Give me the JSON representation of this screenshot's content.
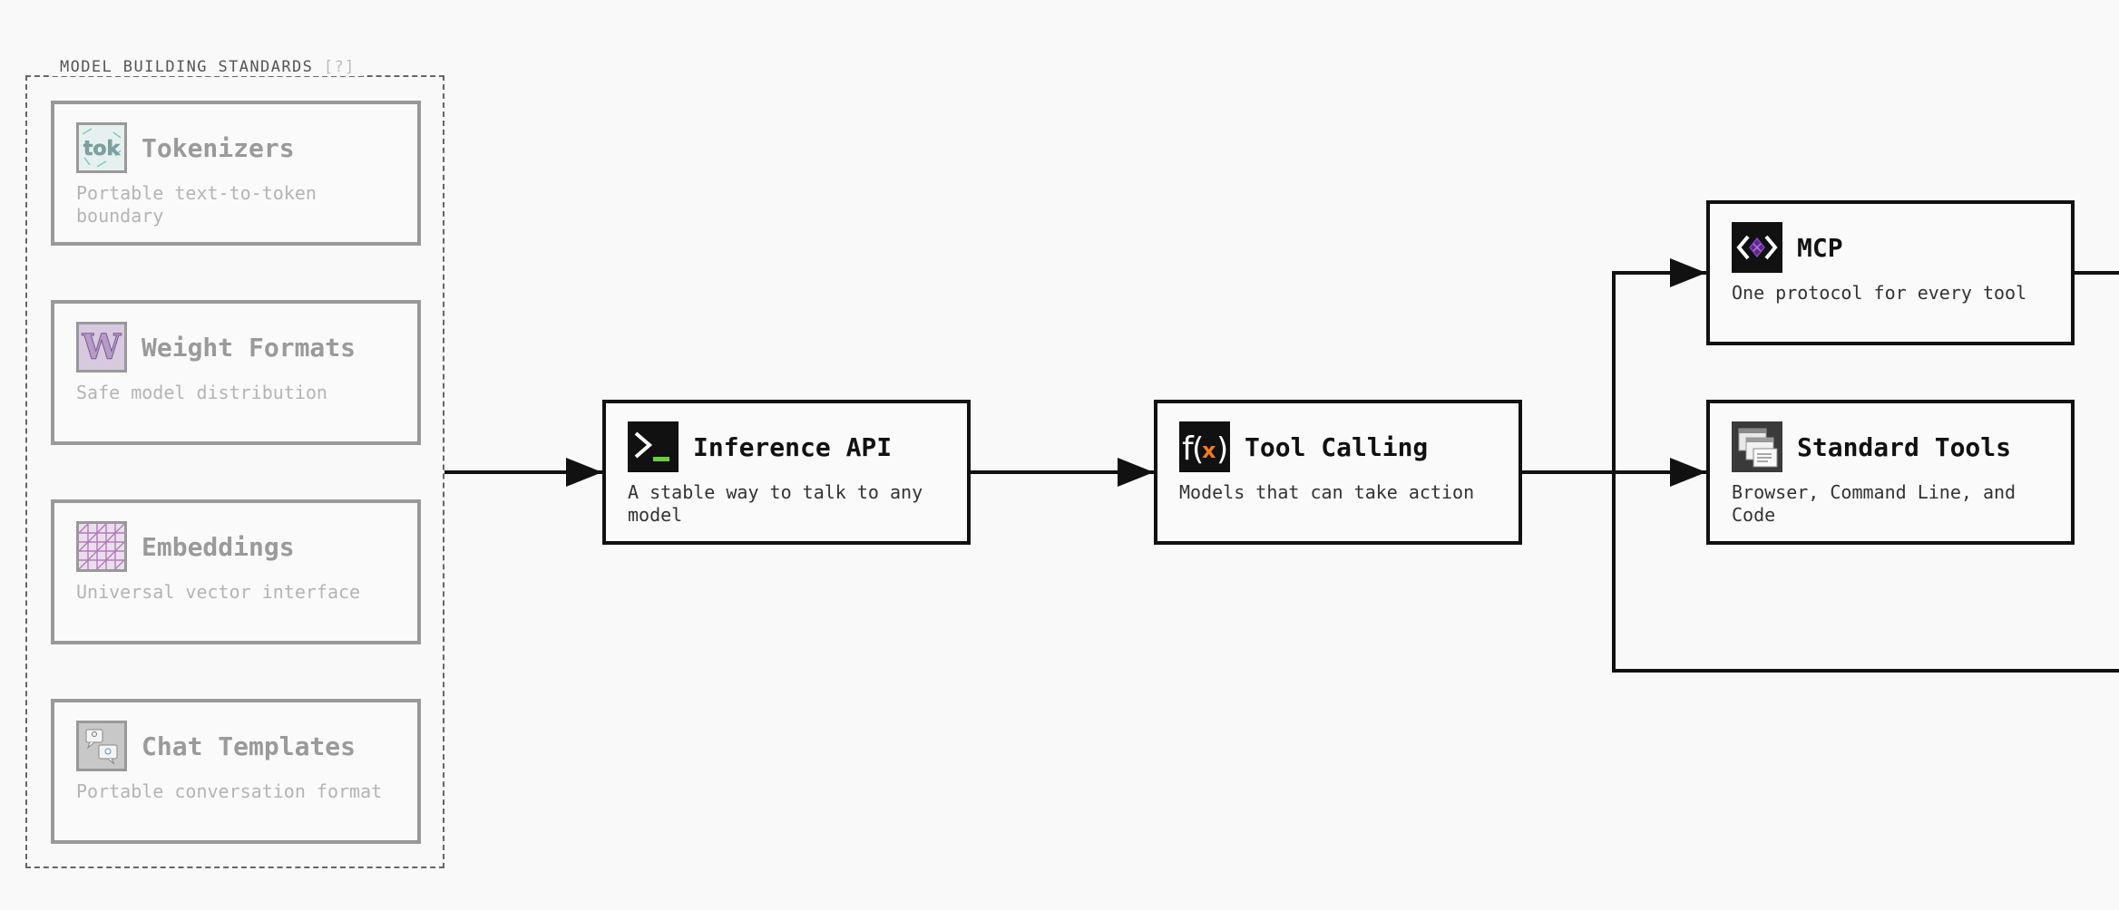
{
  "group": {
    "label": "MODEL BUILDING STANDARDS",
    "help": "[?]"
  },
  "standards": [
    {
      "title": "Tokenizers",
      "desc": "Portable text-to-token boundary",
      "icon": "tokenizer-icon"
    },
    {
      "title": "Weight Formats",
      "desc": "Safe model distribution",
      "icon": "weight-format-icon"
    },
    {
      "title": "Embeddings",
      "desc": "Universal vector interface",
      "icon": "embeddings-grid-icon"
    },
    {
      "title": "Chat Templates",
      "desc": "Portable conversation format",
      "icon": "chat-bubbles-icon"
    }
  ],
  "pipeline": {
    "inference": {
      "title": "Inference API",
      "desc": "A stable way to talk to any model",
      "icon": "terminal-prompt-icon"
    },
    "tool_calling": {
      "title": "Tool Calling",
      "desc": "Models that can take action",
      "icon": "function-x-icon"
    },
    "mcp": {
      "title": "MCP",
      "desc": "One protocol for every tool",
      "icon": "mcp-code-brackets-icon"
    },
    "standard_tools": {
      "title": "Standard Tools",
      "desc": "Browser, Command Line, and Code",
      "icon": "browser-windows-icon"
    }
  },
  "colors": {
    "background": "#f9f9f9",
    "active_border": "#111111",
    "dim_border": "#999999",
    "terminal_green": "#6ad13a",
    "function_orange": "#f07a1c",
    "mcp_purple": "#8a3fc4"
  }
}
